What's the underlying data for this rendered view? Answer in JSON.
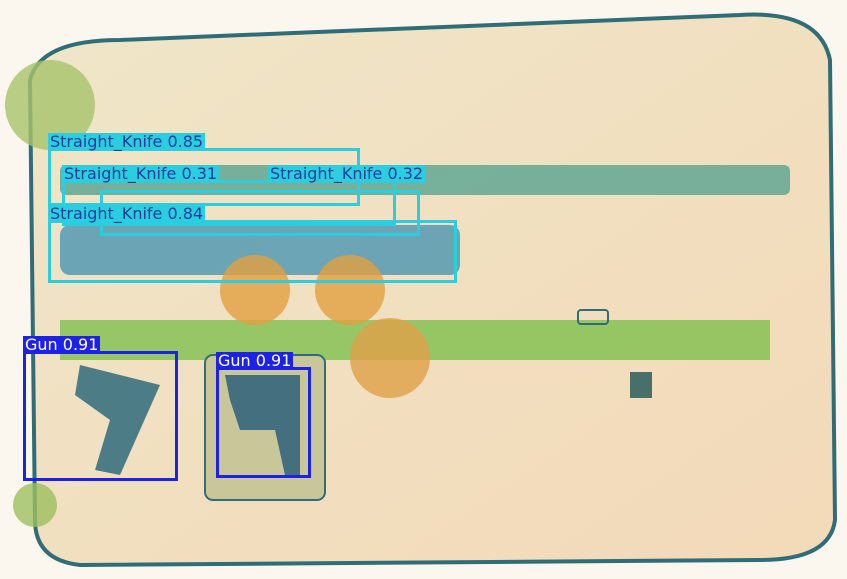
{
  "colors": {
    "knife_box": "#2bcde0",
    "gun_box": "#1e22e8",
    "knife_text": "#1b3f9a",
    "gun_text": "#ffffff"
  },
  "detections": [
    {
      "label": "Straight_Knife 0.85",
      "class": "Straight_Knife",
      "score": 0.85
    },
    {
      "label": "Straight_Knife 0.31",
      "class": "Straight_Knife",
      "score": 0.31
    },
    {
      "label": "Straight_Knife 0.32",
      "class": "Straight_Knife",
      "score": 0.32
    },
    {
      "label": "Straight_Knife 0.84",
      "class": "Straight_Knife",
      "score": 0.84
    },
    {
      "label": "Gun 0.91",
      "class": "Gun",
      "score": 0.91
    },
    {
      "label": "Gun 0.91",
      "class": "Gun",
      "score": 0.91
    }
  ]
}
